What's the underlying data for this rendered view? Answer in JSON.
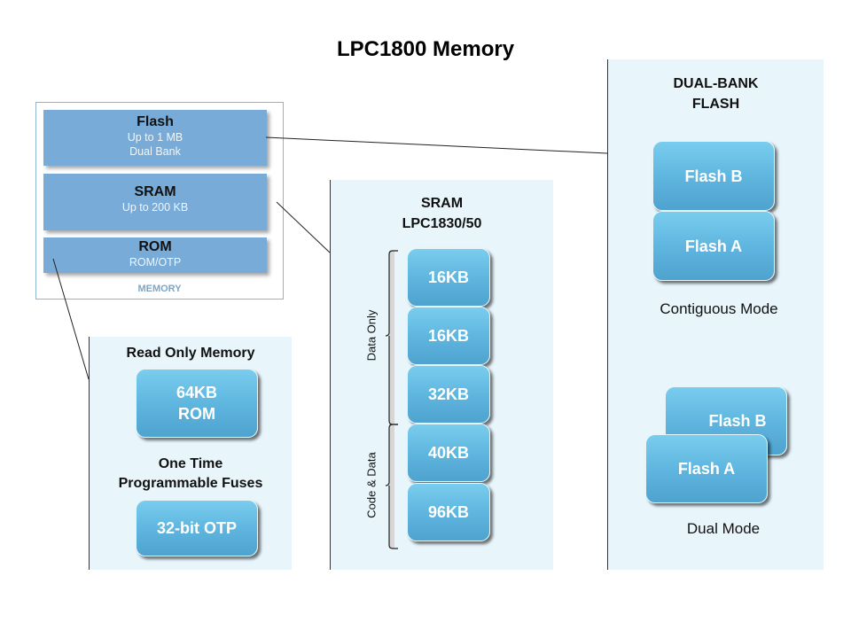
{
  "title": "LPC1800 Memory",
  "memory_overview": {
    "caption": "MEMORY",
    "blocks": [
      {
        "name": "Flash",
        "lines": [
          "Up to 1 MB",
          "Dual Bank"
        ]
      },
      {
        "name": "SRAM",
        "lines": [
          "Up to 200 KB"
        ]
      },
      {
        "name": "ROM",
        "lines": [
          "ROM/OTP"
        ]
      }
    ]
  },
  "rom_panel": {
    "title": "Read Only Memory",
    "rom_chip": [
      "64KB",
      "ROM"
    ],
    "otp_title_line1": "One Time",
    "otp_title_line2": "Programmable Fuses",
    "otp_chip": "32-bit OTP"
  },
  "sram_panel": {
    "title_line1": "SRAM",
    "title_line2": "LPC1830/50",
    "groups": [
      {
        "label": "Data Only"
      },
      {
        "label": "Code & Data"
      }
    ],
    "blocks": [
      "16KB",
      "16KB",
      "32KB",
      "40KB",
      "96KB"
    ]
  },
  "flash_panel": {
    "title_line1": "DUAL-BANK",
    "title_line2": "FLASH",
    "contiguous": {
      "label": "Contiguous Mode",
      "top": "Flash B",
      "bottom": "Flash A"
    },
    "dual": {
      "label": "Dual Mode",
      "back": "Flash B",
      "front": "Flash A"
    }
  },
  "colors": {
    "panel_bg": "#e8f6fc",
    "overview_block": "#78abd7",
    "chip_top": "#79cdee",
    "chip_bottom": "#4ea3cf"
  }
}
